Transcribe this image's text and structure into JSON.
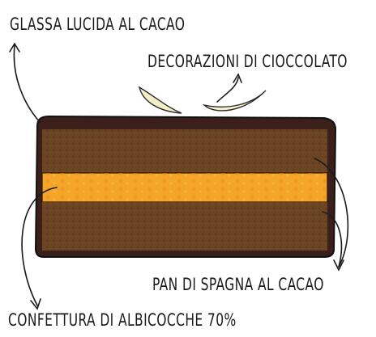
{
  "labels": {
    "glaze": "GLASSA LUCIDA AL CACAO",
    "decorations": "DECORAZIONI DI CIOCCOLATO",
    "sponge": "PAN DI SPAGNA AL CACAO",
    "jam": "CONFETTURA DI ALBICOCCHE 70%"
  },
  "colors": {
    "glaze": "#3a1f1a",
    "sponge": "#6b4524",
    "jam": "#f4a52a",
    "decoration": "#f3efc8",
    "ink": "#1a1a1a"
  }
}
